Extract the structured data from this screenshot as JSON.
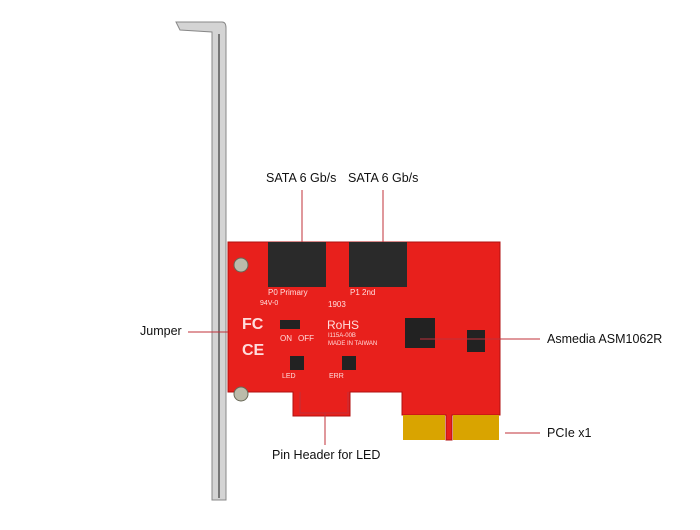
{
  "labels": {
    "sata1": "SATA 6 Gb/s",
    "sata2": "SATA 6 Gb/s",
    "jumper": "Jumper",
    "controller": "Asmedia ASM1062R",
    "pcie": "PCIe x1",
    "pin_header": "Pin Header for LED"
  },
  "board_print": {
    "port0": "P0  Primary",
    "port1": "P1  2nd",
    "rohs": "RoHS",
    "model": "I115A-00B",
    "made_in": "MADE IN TAIWAN",
    "jumper_on": "ON",
    "jumper_off": "OFF",
    "led": "LED",
    "err": "ERR",
    "date": "1903",
    "rating": "94V-0"
  },
  "colors": {
    "pcb": "#e8201c",
    "gold": "#d9a400",
    "bracket": "#c8c8c8"
  }
}
